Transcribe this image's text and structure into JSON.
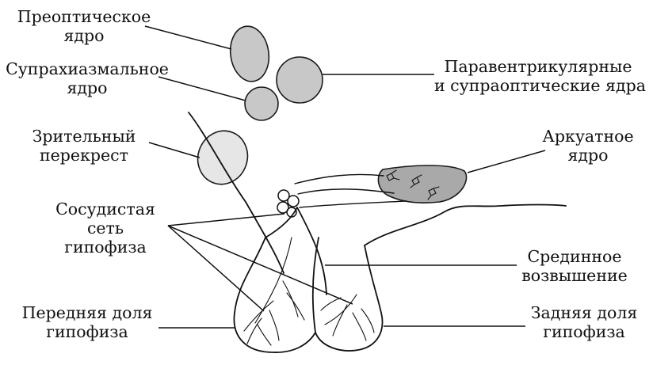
{
  "labels": {
    "preoptic": [
      "Преоптическое",
      "ядро"
    ],
    "suprachiasmatic": [
      "Супрахиазмальное",
      "ядро"
    ],
    "paraventricular": [
      "Паравентрикулярные",
      "и супраоптические ядра"
    ],
    "chiasm": [
      "Зрительный",
      "перекрест"
    ],
    "arcuate": [
      "Аркуатное",
      "ядро"
    ],
    "vascular": [
      "Сосудистая",
      "сеть",
      "гипофиза"
    ],
    "median": [
      "Срединное",
      "возвышение"
    ],
    "anterior": [
      "Передняя доля",
      "гипофиза"
    ],
    "posterior": [
      "Задняя доля",
      "гипофиза"
    ]
  },
  "colors": {
    "nucleus_fill": "#c8c8c8",
    "chiasm_fill": "#e6e6e6",
    "arcuate_fill": "#a9a9a9",
    "line": "#111111"
  }
}
